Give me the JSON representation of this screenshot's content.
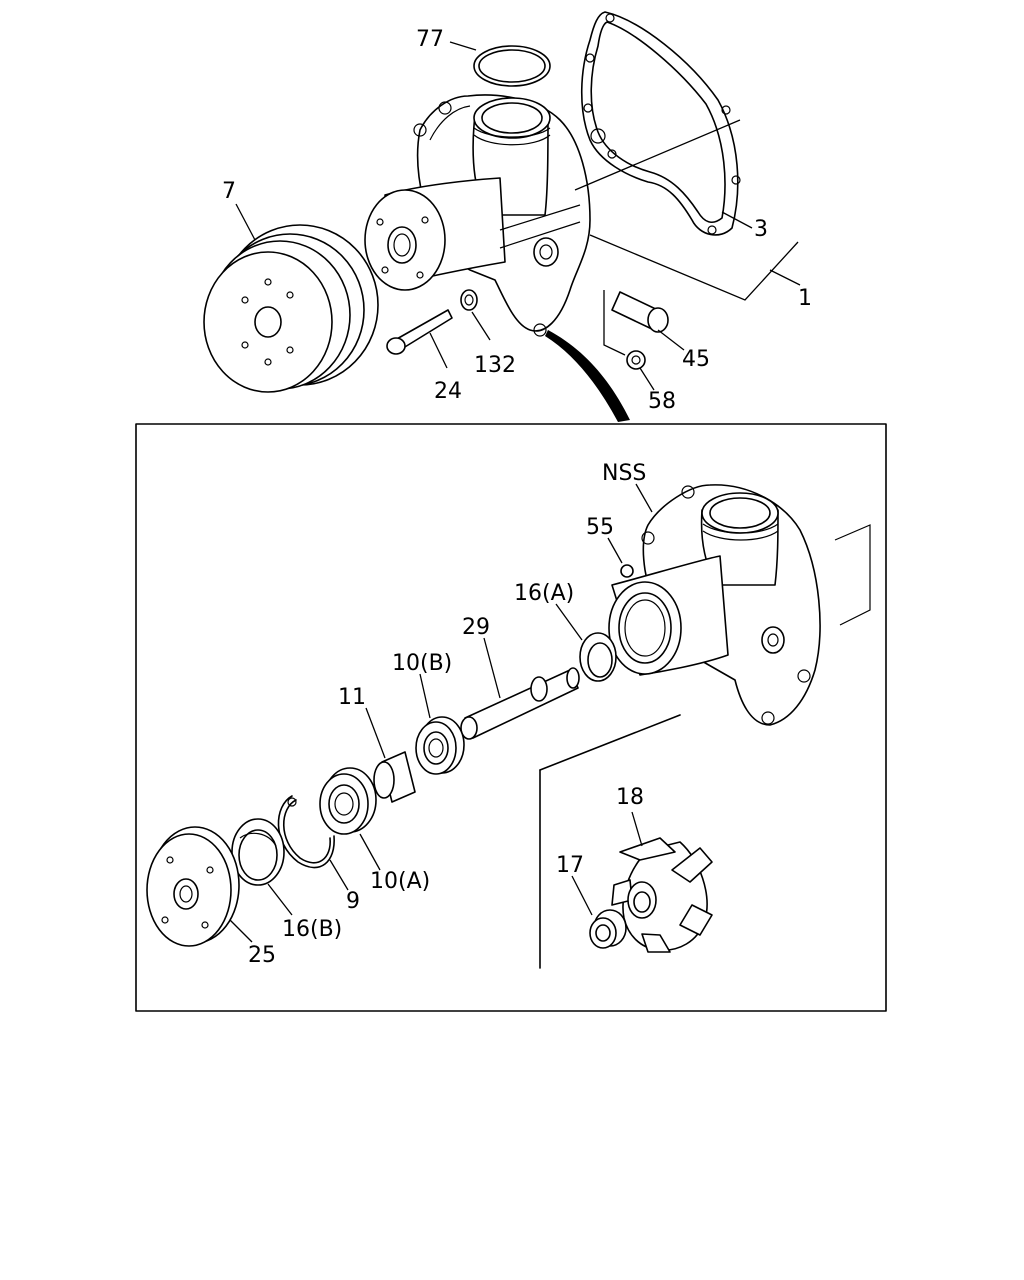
{
  "labels": {
    "p77": "77",
    "p7": "7",
    "p3": "3",
    "p1": "1",
    "p45": "45",
    "p132": "132",
    "p24": "24",
    "p58": "58",
    "nss": "NSS",
    "p55": "55",
    "p16a": "16(A)",
    "p29": "29",
    "p10b": "10(B)",
    "p11": "11",
    "p10a": "10(A)",
    "p9": "9",
    "p16b": "16(B)",
    "p25": "25",
    "p18": "18",
    "p17": "17"
  }
}
